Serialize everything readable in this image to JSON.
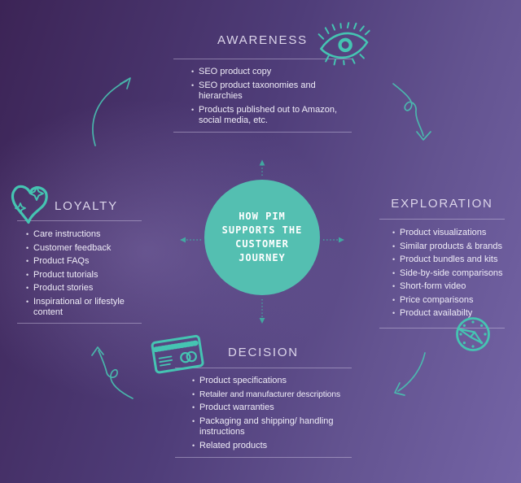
{
  "circle": {
    "lines": [
      "HOW PIM",
      "SUPPORTS THE",
      "CUSTOMER",
      "JOURNEY"
    ]
  },
  "sections": {
    "awareness": {
      "title": "AWARENESS",
      "icon": "eye-icon",
      "items": [
        "SEO product copy",
        "SEO product taxonomies and hierarchies",
        "Products published out to Amazon, social media, etc."
      ]
    },
    "exploration": {
      "title": "EXPLORATION",
      "icon": "compass-icon",
      "items": [
        "Product visualizations",
        "Similar products & brands",
        "Product bundles and kits",
        "Side-by-side comparisons",
        "Short-form video",
        "Price comparisons",
        "Product availabilty"
      ]
    },
    "decision": {
      "title": "DECISION",
      "icon": "credit-card-icon",
      "items": [
        "Product specifications",
        "Retailer and manufacturer descriptions",
        "Product warranties",
        "Packaging and shipping/ handling instructions",
        "Related products"
      ]
    },
    "loyalty": {
      "title": "LOYALTY",
      "icon": "heart-sparkle-icon",
      "items": [
        "Care instructions",
        "Customer feedback",
        "Product FAQs",
        "Product tutorials",
        "Product stories",
        "Inspirational or lifestyle content"
      ]
    }
  },
  "decorations": {
    "arrows": [
      "curved-arrow-top-left",
      "curved-arrow-top-right",
      "curved-arrow-bottom-left",
      "curved-arrow-bottom-right"
    ],
    "connectors": [
      "dotted-arrow-up",
      "dotted-arrow-right",
      "dotted-arrow-down",
      "dotted-arrow-left"
    ]
  },
  "colors": {
    "teal_accent": "#45C4B2",
    "circle_fill": "#54BFB1",
    "circle_text": "#FFFFFF",
    "title_text": "#DCD5EA",
    "body_text": "#EFECF7",
    "divider": "#D6CEE8",
    "background_dark": "#3C2456",
    "background_light": "#7464A6"
  }
}
